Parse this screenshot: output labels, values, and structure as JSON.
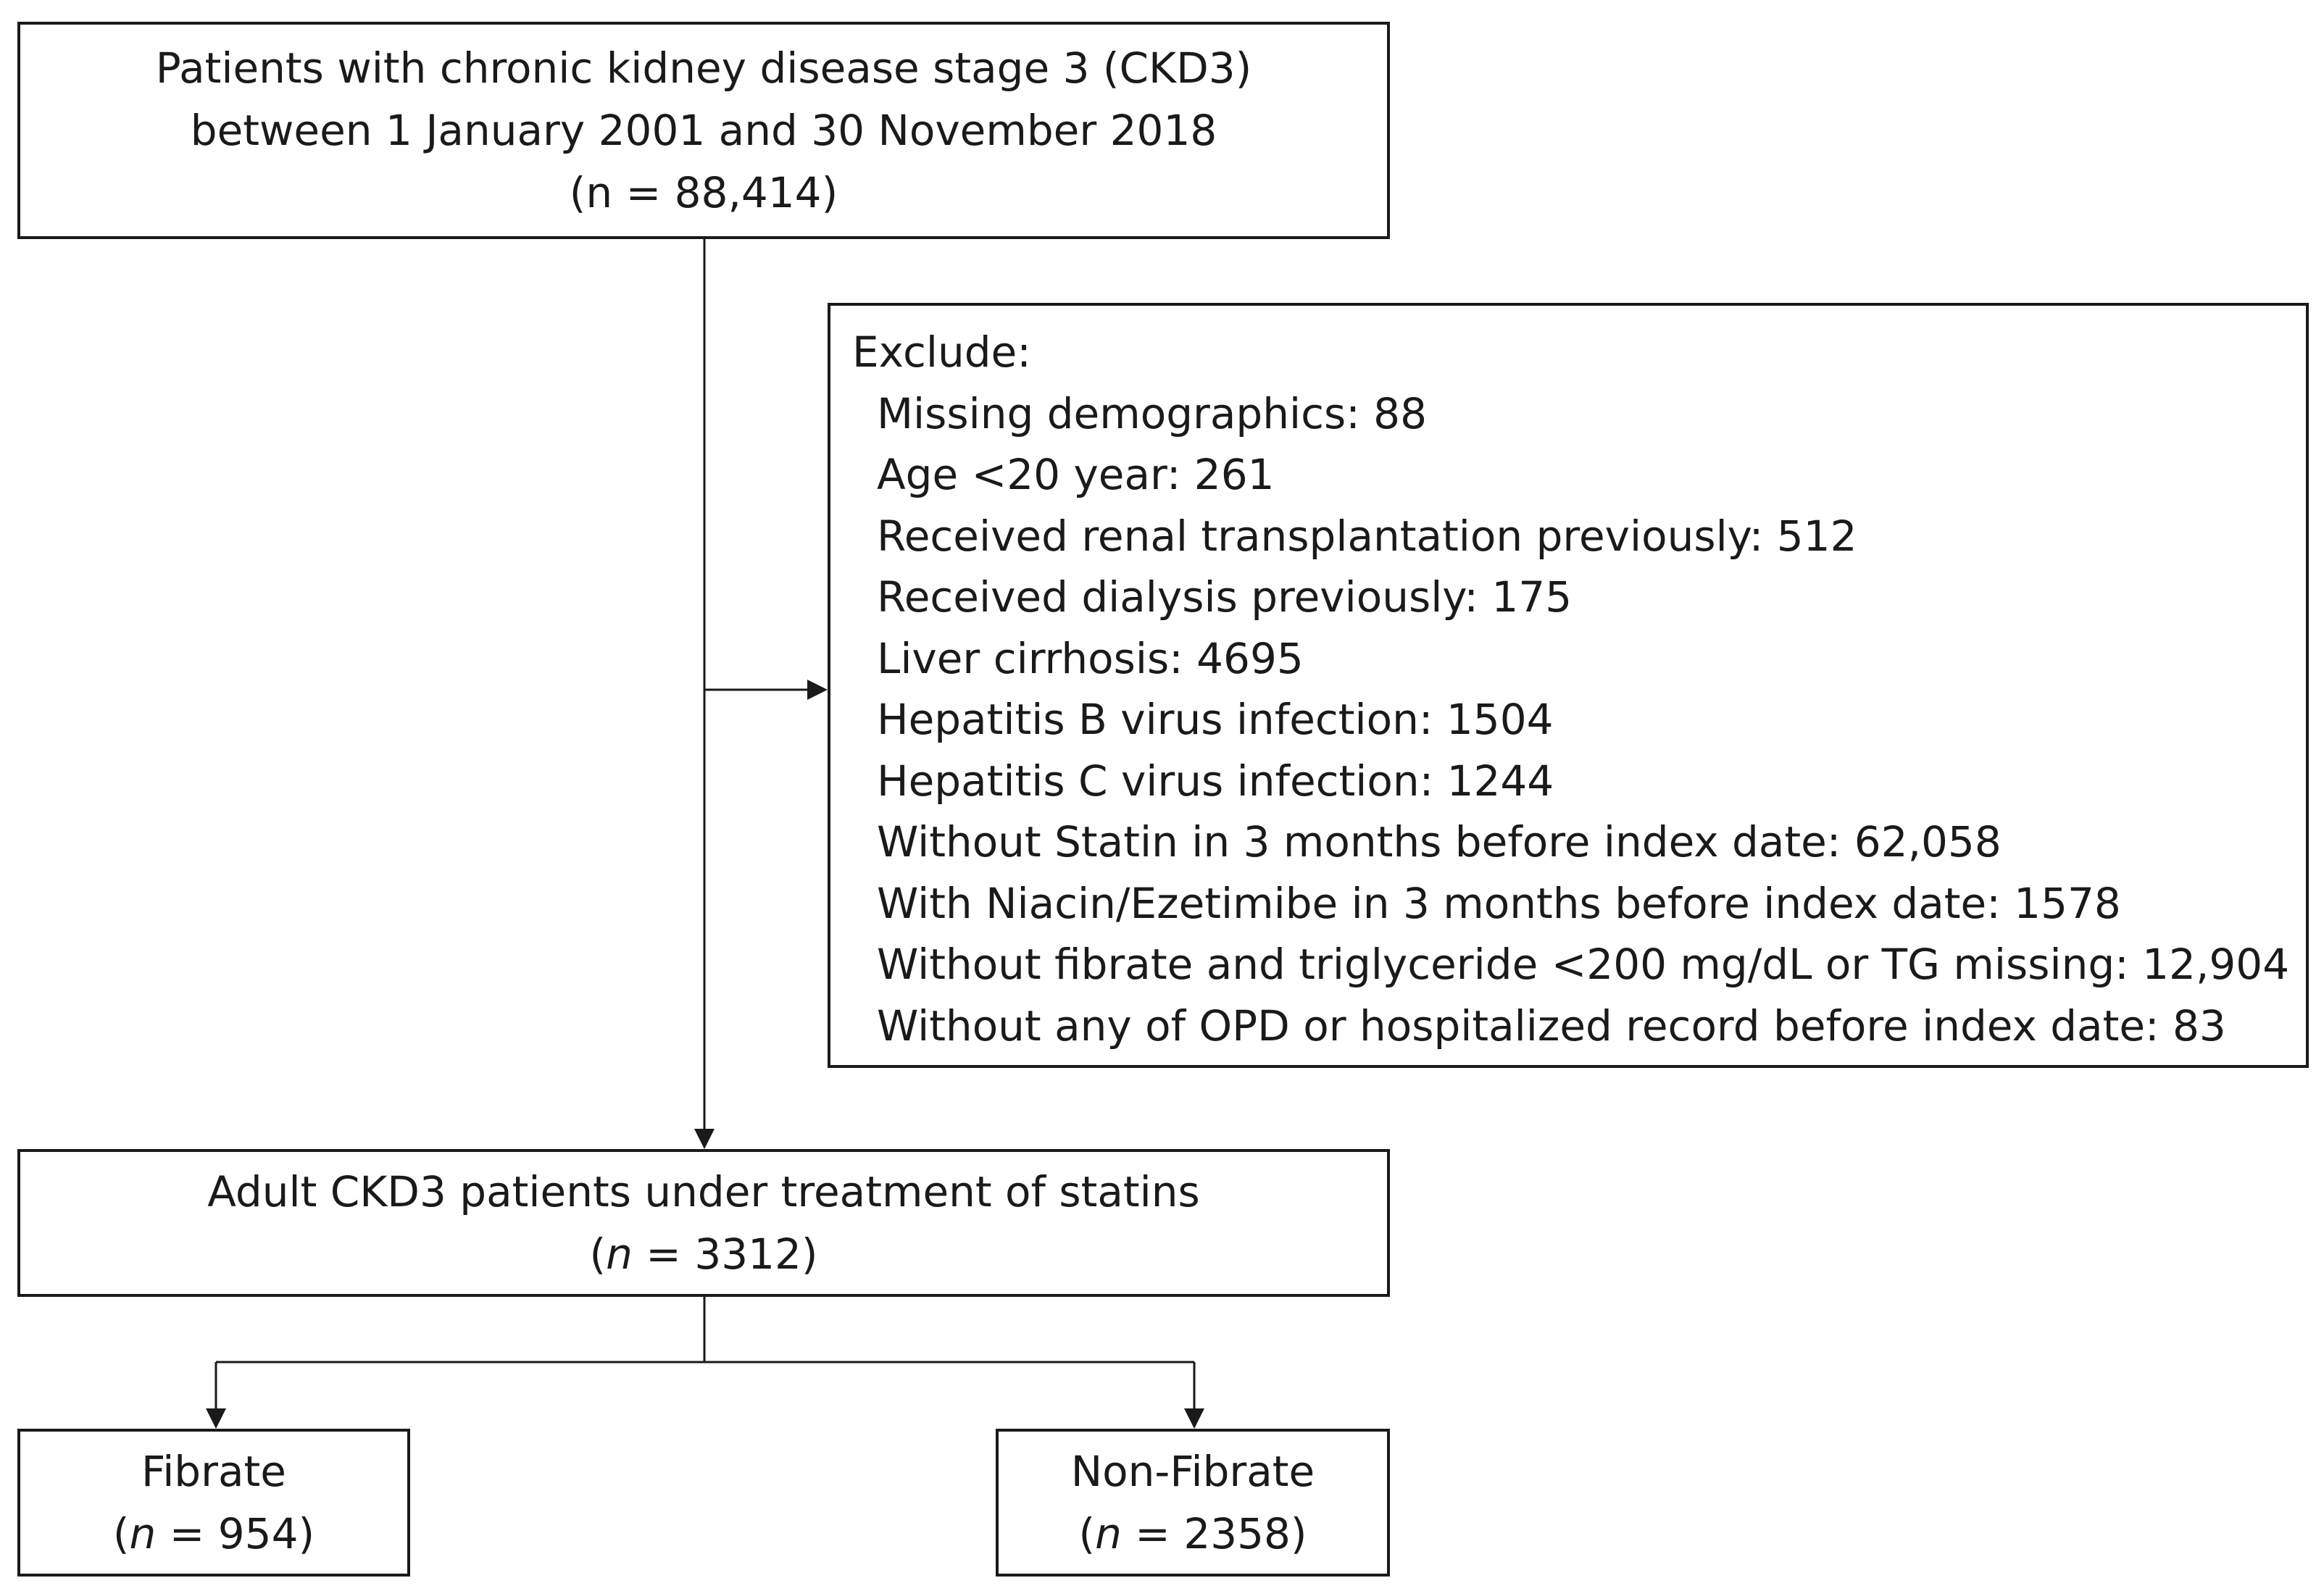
{
  "top_box": {
    "line1": "Patients with chronic kidney disease stage 3 (CKD3)",
    "line2": "between 1 January 2001 and 30 November 2018",
    "line3": "(n = 88,414)"
  },
  "exclude_box": {
    "heading": "Exclude:",
    "items": [
      "Missing demographics: 88",
      "Age <20 year: 261",
      "Received renal transplantation previously: 512",
      "Received dialysis previously: 175",
      "Liver cirrhosis: 4695",
      "Hepatitis B virus infection: 1504",
      "Hepatitis C virus infection: 1244",
      "Without Statin in 3 months before index date: 62,058",
      "With Niacin/Ezetimibe in 3 months before index date: 1578",
      "Without fibrate and triglyceride <200 mg/dL or TG missing: 12,904",
      "Without any of OPD or hospitalized record before index date: 83"
    ]
  },
  "adult_box": {
    "title": "Adult CKD3 patients under treatment of statins",
    "n_open": "(",
    "n_symbol": "n",
    "n_rest": " = 3312)"
  },
  "fibrate_box": {
    "title": "Fibrate",
    "n_open": "(",
    "n_symbol": "n",
    "n_rest": " = 954)"
  },
  "nonfibrate_box": {
    "title": "Non-Fibrate",
    "n_open": "(",
    "n_symbol": "n",
    "n_rest": " = 2358)"
  },
  "colors": {
    "line": "#1a1a1a",
    "background": "#ffffff"
  }
}
